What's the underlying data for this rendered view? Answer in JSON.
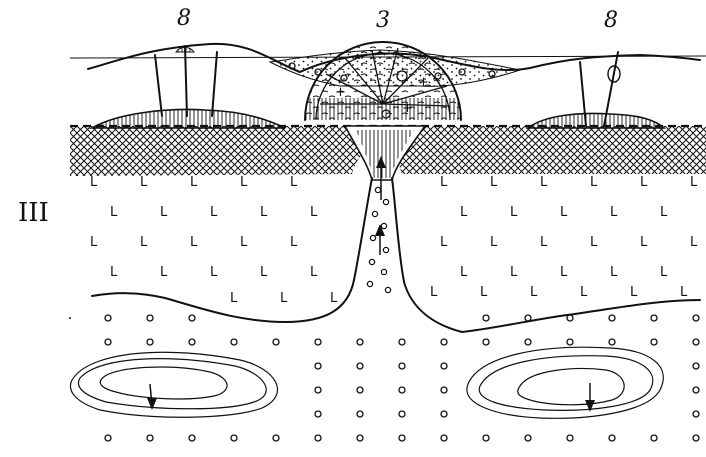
{
  "labels": {
    "left_top": "8",
    "center_top": "3",
    "right_top": "8",
    "side_roman": "III"
  },
  "symbols": {
    "lava": "L",
    "fragment": "o",
    "volcanic_rock": "+",
    "arrow": "arrow-icon"
  }
}
